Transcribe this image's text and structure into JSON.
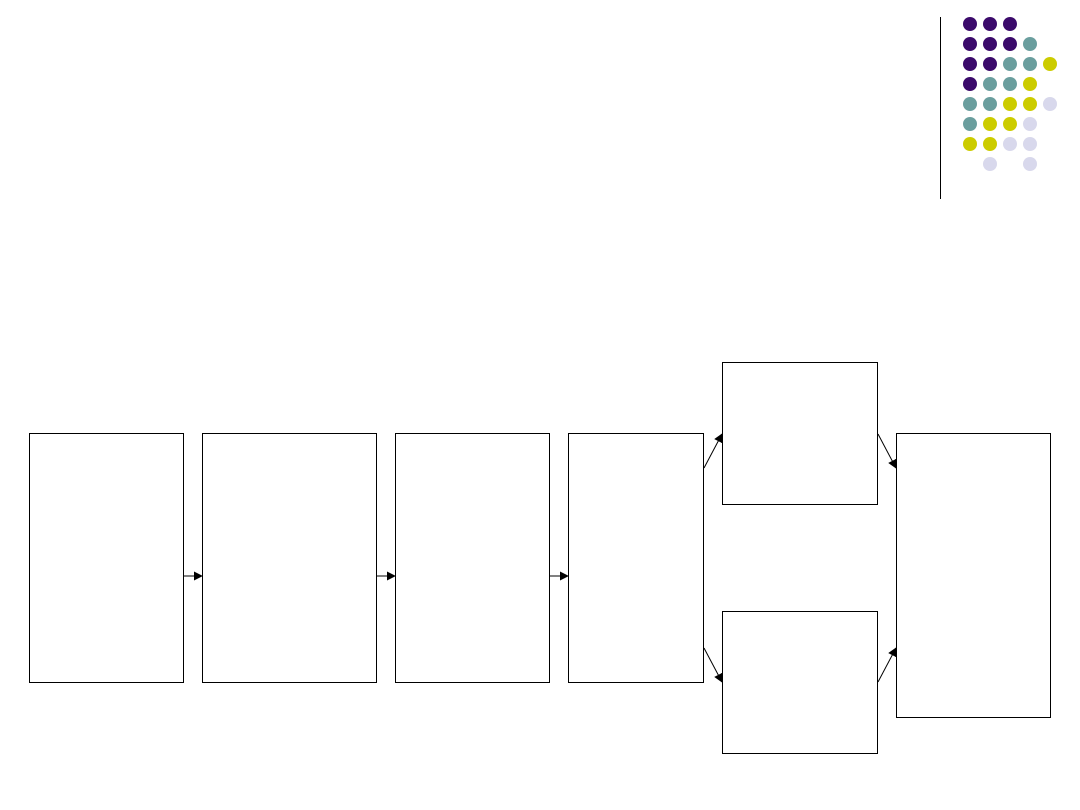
{
  "decoration": {
    "dot_colors": {
      "purple": "#3b0a6b",
      "teal": "#6a9e9e",
      "yellow": "#cccc00",
      "lavender": "#d8d8ec"
    },
    "dot_grid": [
      [
        "purple",
        "purple",
        "purple",
        "",
        ""
      ],
      [
        "purple",
        "purple",
        "purple",
        "teal",
        ""
      ],
      [
        "purple",
        "purple",
        "teal",
        "teal",
        "yellow"
      ],
      [
        "purple",
        "teal",
        "teal",
        "yellow",
        ""
      ],
      [
        "teal",
        "teal",
        "yellow",
        "yellow",
        "lavender"
      ],
      [
        "teal",
        "yellow",
        "yellow",
        "lavender",
        ""
      ],
      [
        "yellow",
        "yellow",
        "lavender",
        "lavender",
        ""
      ],
      [
        "",
        "lavender",
        "",
        "lavender",
        ""
      ]
    ]
  },
  "diagram": {
    "nodes": [
      {
        "id": "a",
        "label": ""
      },
      {
        "id": "b",
        "label": ""
      },
      {
        "id": "c",
        "label": ""
      },
      {
        "id": "d",
        "label": ""
      },
      {
        "id": "e",
        "label": ""
      },
      {
        "id": "f",
        "label": ""
      },
      {
        "id": "g",
        "label": ""
      }
    ],
    "edges": [
      {
        "from": "a",
        "to": "b"
      },
      {
        "from": "b",
        "to": "c"
      },
      {
        "from": "c",
        "to": "d"
      },
      {
        "from": "d",
        "to": "e"
      },
      {
        "from": "d",
        "to": "f"
      },
      {
        "from": "e",
        "to": "g"
      },
      {
        "from": "f",
        "to": "g"
      }
    ]
  }
}
